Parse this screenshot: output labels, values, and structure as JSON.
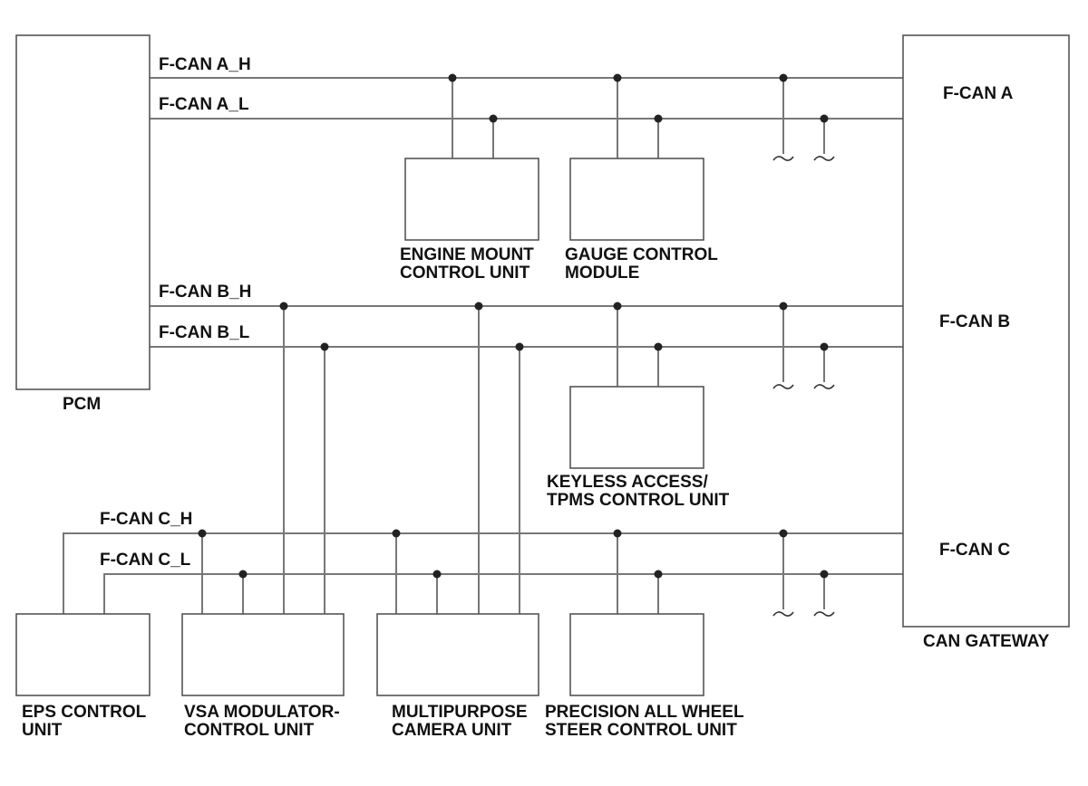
{
  "modules": {
    "pcm": {
      "label": "PCM"
    },
    "can_gateway": {
      "label": "CAN GATEWAY"
    },
    "engine_mount": {
      "line1": "ENGINE MOUNT",
      "line2": "CONTROL UNIT"
    },
    "gauge": {
      "line1": "GAUGE CONTROL",
      "line2": "MODULE"
    },
    "keyless": {
      "line1": "KEYLESS ACCESS/",
      "line2": "TPMS CONTROL UNIT"
    },
    "eps": {
      "line1": "EPS CONTROL",
      "line2": "UNIT"
    },
    "vsa": {
      "line1": "VSA MODULATOR-",
      "line2": "CONTROL UNIT"
    },
    "camera": {
      "line1": "MULTIPURPOSE",
      "line2": "CAMERA UNIT"
    },
    "awd": {
      "line1": "PRECISION ALL WHEEL",
      "line2": "STEER CONTROL UNIT"
    }
  },
  "buses": {
    "a": {
      "label": "F-CAN A",
      "high": "F-CAN A_H",
      "low": "F-CAN A_L"
    },
    "b": {
      "label": "F-CAN B",
      "high": "F-CAN B_H",
      "low": "F-CAN B_L"
    },
    "c": {
      "label": "F-CAN C",
      "high": "F-CAN C_H",
      "low": "F-CAN C_L"
    }
  }
}
